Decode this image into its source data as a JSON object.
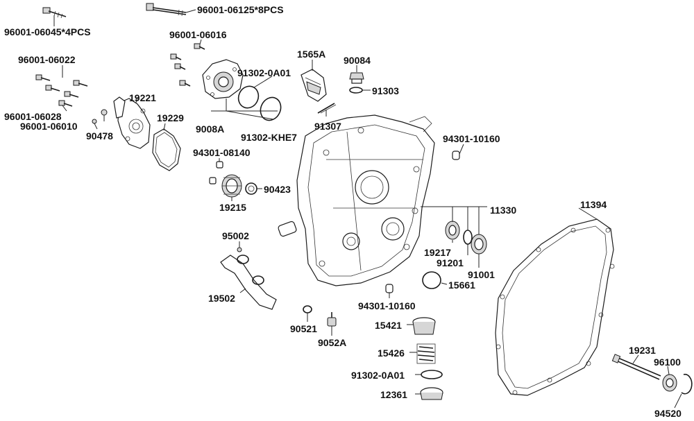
{
  "diagram": {
    "labels": {
      "p96001_06045": "96001-06045*4PCS",
      "p96001_06125": "96001-06125*8PCS",
      "p96001_06016": "96001-06016",
      "p96001_06022": "96001-06022",
      "p96001_06028": "96001-06028",
      "p96001_06010": "96001-06010",
      "p90478": "90478",
      "p19221": "19221",
      "p19229": "19229",
      "p91302_0A01_top": "91302-0A01",
      "p9008A": "9008A",
      "p91302_KHE7": "91302-KHE7",
      "p1565A": "1565A",
      "p91307": "91307",
      "p90084": "90084",
      "p91303": "91303",
      "p94301_10160_top": "94301-10160",
      "p94301_08140": "94301-08140",
      "p90423": "90423",
      "p19215": "19215",
      "p11330": "11330",
      "p11394": "11394",
      "p95002": "95002",
      "p19502": "19502",
      "p19217": "19217",
      "p91201": "91201",
      "p91001": "91001",
      "p15661": "15661",
      "p94301_10160_bot": "94301-10160",
      "p90521": "90521",
      "p9052A": "9052A",
      "p15421": "15421",
      "p15426": "15426",
      "p91302_0A01_bot": "91302-0A01",
      "p12361": "12361",
      "p19231": "19231",
      "p96100": "96100",
      "p94520": "94520"
    }
  }
}
